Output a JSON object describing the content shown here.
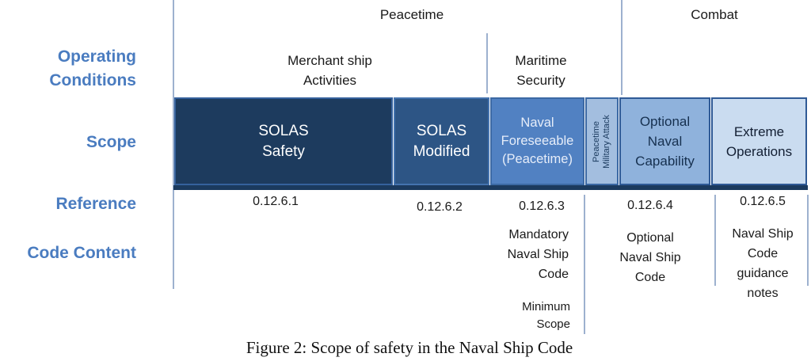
{
  "figure_caption": "Figure 2: Scope of safety in the Naval Ship Code",
  "row_labels": {
    "operating_conditions": [
      "Operating",
      "Conditions"
    ],
    "scope": "Scope",
    "reference": "Reference",
    "code_content": "Code Content"
  },
  "top_headers": {
    "peacetime": "Peacetime",
    "combat": "Combat"
  },
  "operating_conditions_columns": {
    "merchant": [
      "Merchant ship",
      "Activities"
    ],
    "maritime": [
      "Maritime",
      "Security"
    ]
  },
  "scope_bar": {
    "segments": [
      {
        "name": "solas-safety",
        "lines": [
          "SOLAS",
          "Safety"
        ],
        "fill": "#1d3b5e",
        "border": "#35619c",
        "text_color": "#ffffff"
      },
      {
        "name": "solas-modified",
        "lines": [
          "SOLAS",
          "Modified"
        ],
        "fill": "#2d5585",
        "border": "#4473ae",
        "text_color": "#ffffff"
      },
      {
        "name": "naval-foreseeable",
        "lines": [
          "Naval",
          "Foreseeable",
          "(Peacetime)"
        ],
        "fill": "#5181c2",
        "border": "#3c69a4",
        "text_color": "#e6edf9"
      },
      {
        "name": "peacetime-military-attack",
        "lines": [
          "Peacetime",
          "Military Attack"
        ],
        "fill": "#a3bedf",
        "border": "#3c69a4",
        "text_color": "#1b3a5e"
      },
      {
        "name": "optional-naval-capability",
        "lines": [
          "Optional",
          "Naval",
          "Capability"
        ],
        "fill": "#8fb2dc",
        "border": "#2f5a96",
        "text_color": "#16304f"
      },
      {
        "name": "extreme-operations",
        "lines": [
          "Extreme",
          "Operations"
        ],
        "fill": "#cadcf0",
        "border": "#2f5a96",
        "text_color": "#131f33"
      }
    ]
  },
  "references": [
    "0.12.6.1",
    "0.12.6.2",
    "0.12.6.3",
    "0.12.6.4",
    "0.12.6.5"
  ],
  "code_content": {
    "mandatory": [
      "Mandatory",
      "Naval Ship",
      "Code"
    ],
    "minimum_scope": [
      "Minimum",
      "Scope"
    ],
    "optional": [
      "Optional",
      "Naval Ship",
      "Code"
    ],
    "guidance": [
      "Naval Ship",
      "Code",
      "guidance",
      "notes"
    ]
  },
  "colors": {
    "label_blue": "#4a7cc0",
    "grid_line": "#9db1cf",
    "bar_bottom_edge": "#1b3a5e",
    "body_text": "#1a1a1a"
  }
}
